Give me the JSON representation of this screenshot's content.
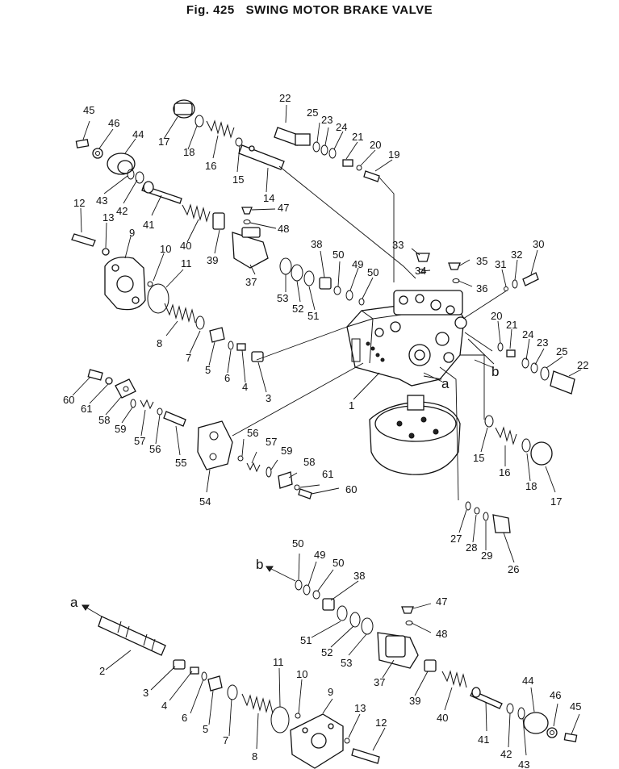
{
  "header": {
    "fig_label": "Fig. 425",
    "title": "SWING MOTOR BRAKE VALVE"
  },
  "callouts": [
    "1",
    "2",
    "3",
    "4",
    "5",
    "6",
    "7",
    "8",
    "9",
    "10",
    "11",
    "12",
    "13",
    "14",
    "15",
    "16",
    "17",
    "18",
    "19",
    "20",
    "21",
    "22",
    "23",
    "24",
    "25",
    "26",
    "27",
    "28",
    "29",
    "30",
    "31",
    "32",
    "33",
    "34",
    "35",
    "36",
    "37",
    "38",
    "39",
    "40",
    "41",
    "42",
    "43",
    "44",
    "45",
    "46",
    "47",
    "48",
    "49",
    "50",
    "51",
    "52",
    "53",
    "54",
    "55",
    "56",
    "57",
    "58",
    "59",
    "60",
    "61"
  ],
  "letters": [
    "a",
    "b"
  ]
}
